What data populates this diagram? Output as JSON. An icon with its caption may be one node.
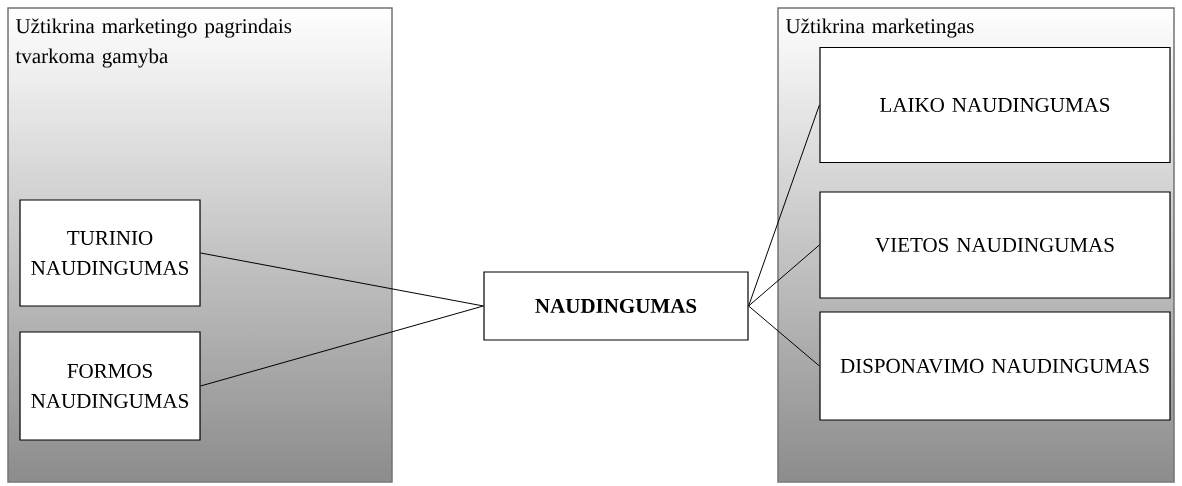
{
  "diagram": {
    "nodes": [
      {
        "text": [
          "Užtikrina marketingo pagrindais tvarkoma gamyba"
        ]
      },
      {
        "text": [
          "TURINIO NAUDINGUMAS"
        ],
        "in": 0
      },
      {
        "text": [
          "FORMOS NAUDINGUMAS"
        ],
        "in": 0
      },
      {
        "text": [
          "NAUDINGUMAS"
        ]
      },
      {
        "text": [
          "Užtikrina marketingas"
        ]
      },
      {
        "text": [
          "LAIKO NAUDINGUMAS"
        ],
        "in": 4
      },
      {
        "text": [
          "VIETOS NAUDINGUMAS"
        ],
        "in": 4
      },
      {
        "text": [
          "DISPONAVIMO NAUDINGUMAS"
        ],
        "in": 4
      }
    ],
    "edges": [
      {
        "from": 1,
        "to": 3,
        "arrow": "none"
      },
      {
        "from": 2,
        "to": 3,
        "arrow": "none"
      },
      {
        "from": 3,
        "to": 5,
        "arrow": "none"
      },
      {
        "from": 3,
        "to": 6,
        "arrow": "none"
      },
      {
        "from": 3,
        "to": 7,
        "arrow": "none"
      }
    ]
  }
}
